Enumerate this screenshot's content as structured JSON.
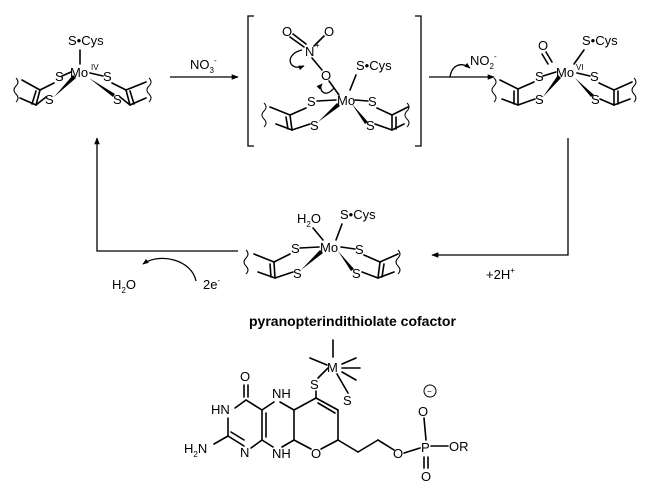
{
  "complex_a": {
    "axial": "S•Cys",
    "metal": "Mo",
    "oxidation": "IV",
    "thiolate": "S"
  },
  "complex_b": {
    "nitrate_n": "N",
    "nitrate_o": "O",
    "nitrate_charge_plus": "+",
    "axial": "S•Cys",
    "metal": "Mo",
    "thiolate": "S"
  },
  "complex_c": {
    "oxo": "O",
    "axial": "S•Cys",
    "metal": "Mo",
    "oxidation": "VI",
    "thiolate": "S"
  },
  "complex_d": {
    "aqua": "H2O",
    "aqua_base": "H",
    "aqua_sub": "2",
    "aqua_o": "O",
    "axial": "S•Cys",
    "metal": "Mo",
    "thiolate": "S"
  },
  "step1": {
    "base": "NO",
    "sub": "3",
    "sup": "-"
  },
  "step2": {
    "base": "NO",
    "sub": "2",
    "sup": "-"
  },
  "step3": {
    "label": "+2H",
    "sup": "+"
  },
  "step4": {
    "water_base": "H",
    "water_sub": "2",
    "water_o": "O",
    "electrons": "2e",
    "electrons_sup": "-"
  },
  "caption": "pyranopterindithiolate cofactor",
  "pterin": {
    "carbonyl_o": "O",
    "hn": "HN",
    "h2n_base": "H",
    "h2n_sub": "2",
    "h2n_n": "N",
    "nh_upper": "H",
    "nh_upper_n": "N",
    "nh_lower_n": "N",
    "nh_lower": "H",
    "ring_n": "N",
    "ring_o": "O",
    "thiol": "S",
    "metal": "M",
    "ester_o": "O",
    "phosphorus": "P",
    "or": "OR",
    "phosphoryl_o": "O",
    "phosphate_o": "O",
    "minus": "−"
  }
}
